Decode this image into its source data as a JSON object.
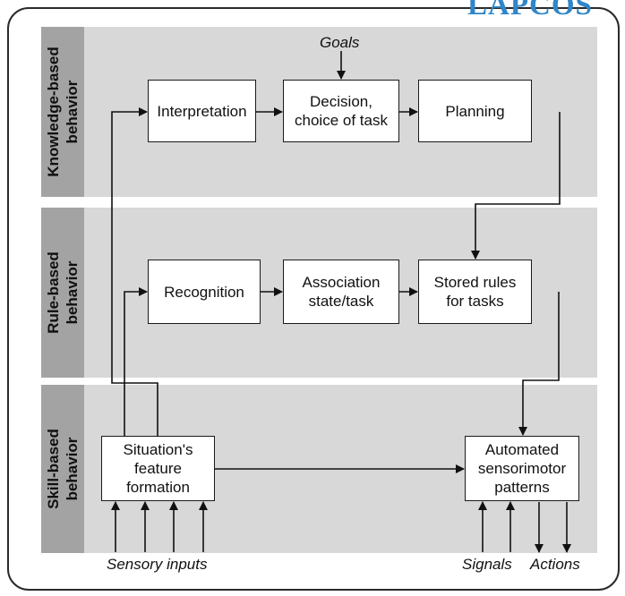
{
  "logo": "LAPCOS",
  "bands": {
    "knowledge": "Knowledge-based\nbehavior",
    "rule": "Rule-based\nbehavior",
    "skill": "Skill-based\nbehavior"
  },
  "boxes": {
    "interpretation": "Interpretation",
    "decision": "Decision,\nchoice of task",
    "planning": "Planning",
    "recognition": "Recognition",
    "association": "Association\nstate/task",
    "stored_rules": "Stored rules\nfor tasks",
    "situation": "Situation's\nfeature\nformation",
    "automated": "Automated\nsensorimotor\npatterns"
  },
  "labels": {
    "goals": "Goals",
    "sensory_inputs": "Sensory inputs",
    "signals": "Signals",
    "actions": "Actions"
  }
}
